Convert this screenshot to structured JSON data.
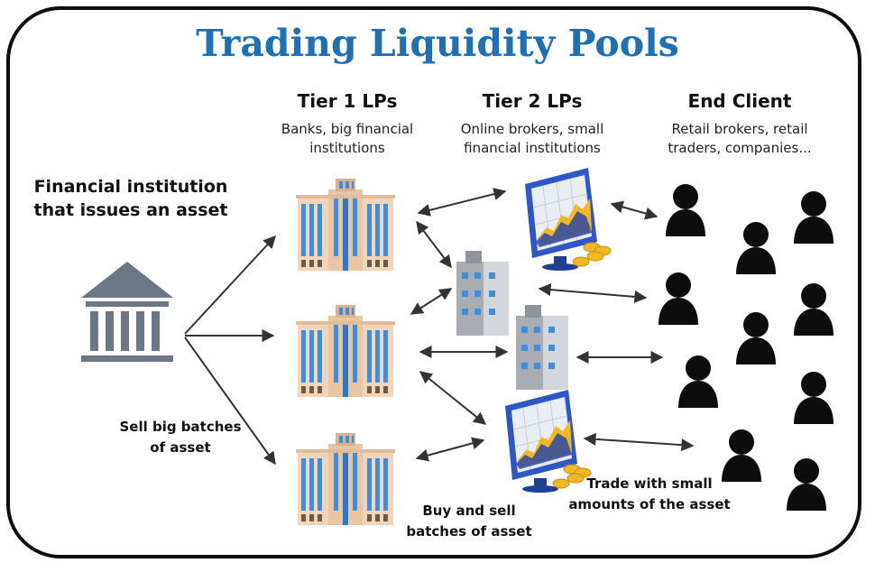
{
  "title": "Trading Liquidity Pools",
  "issuer": {
    "heading_line1": "Financial institution",
    "heading_line2": "that issues an asset",
    "icon": "bank-icon"
  },
  "tier1": {
    "heading": "Tier 1 LPs",
    "desc_line1": "Banks, big financial",
    "desc_line2": "institutions",
    "icon": "tower-building-icon"
  },
  "tier2": {
    "heading": "Tier 2 LPs",
    "desc_line1": "Online brokers, small",
    "desc_line2": "financial institutions",
    "icons": [
      "trading-monitor-icon",
      "office-building-icon"
    ]
  },
  "end_client": {
    "heading": "End Client",
    "desc_line1": "Retail brokers, retail",
    "desc_line2": "traders, companies...",
    "icon": "person-icon"
  },
  "labels": {
    "sell_line1": "Sell big batches",
    "sell_line2": "of asset",
    "buy_line1": "Buy and sell",
    "buy_line2": "batches of asset",
    "trade_line1": "Trade with small",
    "trade_line2": "amounts of the asset"
  },
  "colors": {
    "title": "#1f6fb5",
    "bank": "#6b7785",
    "tower_beige": "#f0d5b8",
    "window_blue": "#3d8fdb",
    "monitor_blue": "#2f56c9",
    "coin_gold": "#f2b824",
    "person": "#0d0d0d"
  }
}
